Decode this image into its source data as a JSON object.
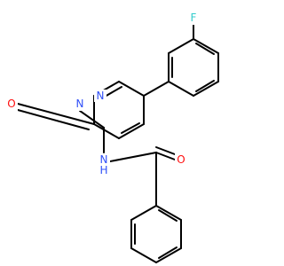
{
  "molecule": {
    "atom_colors": {
      "F": "#33cccc",
      "O": "#ff0d0d",
      "N": "#3050f8",
      "C": "#000000"
    },
    "labels": {
      "fluorine": "F",
      "ring_oxygen": "O",
      "ring_nitrogen_1": "N",
      "ring_nitrogen_2": "N",
      "amide_nitrogen": "N",
      "amide_hydrogen": "H",
      "amide_oxygen": "O"
    }
  }
}
